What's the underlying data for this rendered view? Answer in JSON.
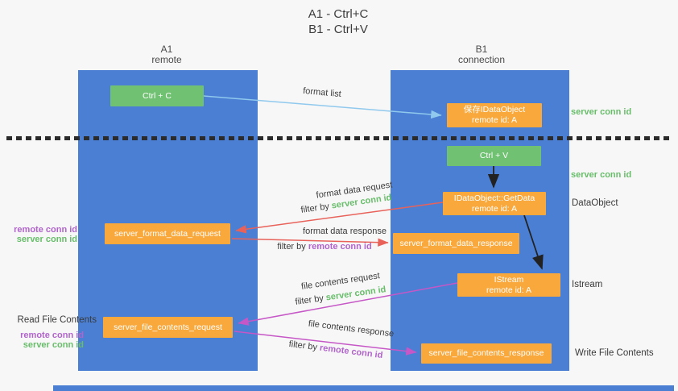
{
  "title": {
    "line1": "A1 - Ctrl+C",
    "line2": "B1 - Ctrl+V"
  },
  "columns": {
    "left": {
      "name": "A1",
      "subtitle": "remote"
    },
    "right": {
      "name": "B1",
      "subtitle": "connection"
    }
  },
  "nodes": {
    "ctrl_c": {
      "label": "Ctrl + C"
    },
    "save_dataobject": {
      "line1": "保存IDataObject",
      "line2": "remote id: A"
    },
    "ctrl_v": {
      "label": "Ctrl + V"
    },
    "getdata": {
      "line1": "IDataObject::GetData",
      "line2": "remote id: A"
    },
    "format_request": {
      "label": "server_format_data_request"
    },
    "format_response": {
      "label": "server_format_data_response"
    },
    "istream": {
      "line1": "IStream",
      "line2": "remote id: A"
    },
    "file_request": {
      "label": "server_file_contents_request"
    },
    "file_response": {
      "label": "server_file_contents_response"
    }
  },
  "side_labels": {
    "server_conn_id_top": "server conn id",
    "server_conn_id_mid": "server conn id",
    "dataobject": "DataObject",
    "istream": "Istream",
    "write_file_contents": "Write File Contents",
    "read_file_contents": "Read File Contents",
    "remote_conn_id_format": "remote conn id",
    "server_conn_id_format": "server conn id",
    "remote_conn_id_file": "remote conn id",
    "server_conn_id_file": "server conn id"
  },
  "edge_labels": {
    "format_list": "format list",
    "format_data_request": "format data request",
    "format_data_response": "format data response",
    "file_contents_request": "file contents request",
    "file_contents_response": "file contents response",
    "filter_by": "filter by",
    "server_conn_id": "server conn id",
    "remote_conn_id": "remote conn id"
  },
  "colors": {
    "column_blue": "#4a7fd4",
    "node_green": "#71c173",
    "node_orange": "#f9a83c",
    "text_green": "#68bd6a",
    "text_purple": "#b164cb",
    "arrow_red": "#e8625a",
    "arrow_magenta": "#c657c6",
    "arrow_lightblue": "#90c9ed",
    "arrow_black": "#222222"
  }
}
